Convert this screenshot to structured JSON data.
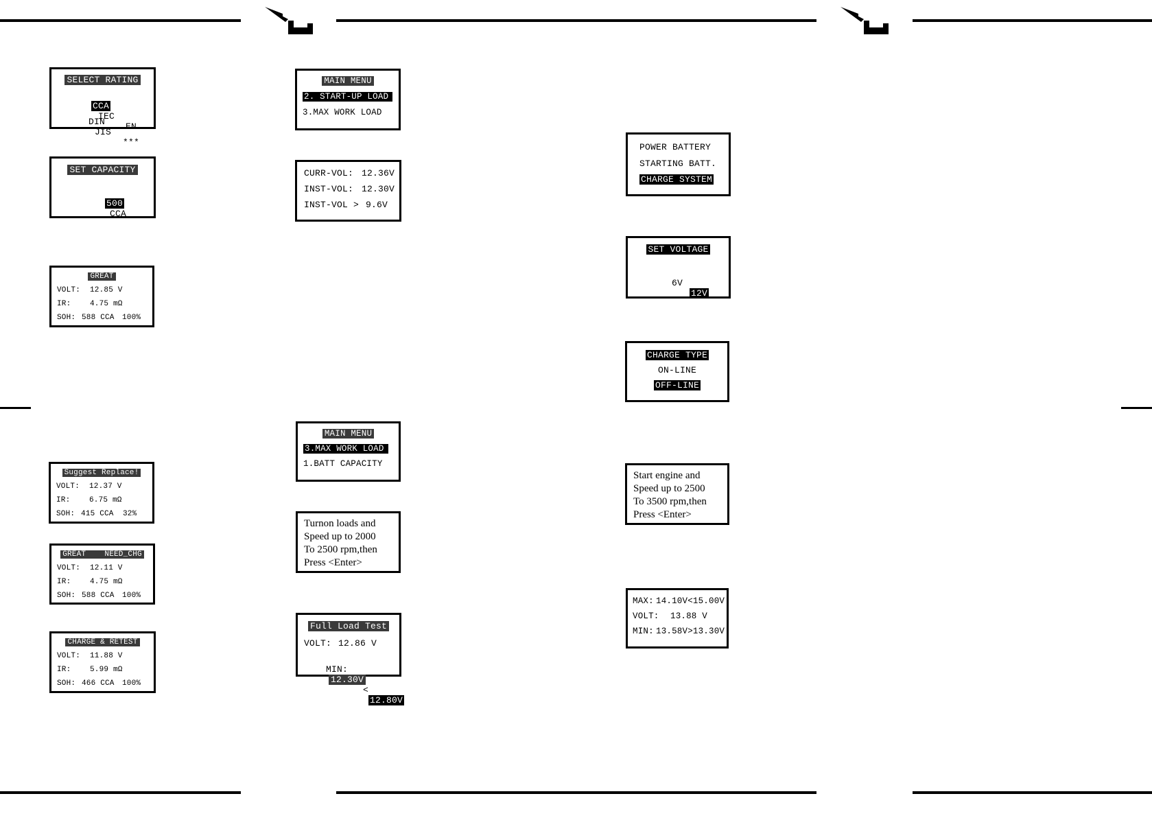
{
  "screens": {
    "select_rating": {
      "title": "SELECT RATING",
      "row1": [
        "CCA",
        "IEC",
        "EN"
      ],
      "row2": [
        "DIN",
        "JIS",
        "***"
      ]
    },
    "set_capacity": {
      "title": "SET CAPACITY",
      "value": "500",
      "unit": "CCA"
    },
    "great_result": {
      "title": "GREAT",
      "volt_label": "VOLT:",
      "volt": "12.85 V",
      "ir_label": "IR:",
      "ir": "4.75 mΩ",
      "soh_label": "SOH:",
      "soh": "588 CCA",
      "pct": "100%"
    },
    "suggest_replace": {
      "title": "Suggest Replace!",
      "volt_label": "VOLT:",
      "volt": "12.37 V",
      "ir_label": "IR:",
      "ir": "6.75 mΩ",
      "soh_label": "SOH:",
      "soh": "415 CCA",
      "pct": "32%"
    },
    "great_need_chg": {
      "title": "GREAT    NEED_CHG",
      "volt_label": "VOLT:",
      "volt": "12.11 V",
      "ir_label": "IR:",
      "ir": "4.75 mΩ",
      "soh_label": "SOH:",
      "soh": "588 CCA",
      "pct": "100%"
    },
    "charge_retest": {
      "title": "CHARGE & RETEST",
      "volt_label": "VOLT:",
      "volt": "11.88 V",
      "ir_label": "IR:",
      "ir": "5.99 mΩ",
      "soh_label": "SOH:",
      "soh": "466 CCA",
      "pct": "100%"
    },
    "main_menu_1": {
      "title": "MAIN MENU",
      "selected": "2. START-UP LOAD",
      "next": "3.MAX WORK LOAD"
    },
    "voltages": {
      "r1_label": "CURR-VOL:",
      "r1": "12.36V",
      "r2_label": "INST-VOL:",
      "r2": "12.30V",
      "r3_label": "INST-VOL >",
      "r3": "9.6V"
    },
    "main_menu_2": {
      "title": "MAIN MENU",
      "selected": "3.MAX WORK LOAD",
      "next": "1.BATT CAPACITY"
    },
    "turn_on_loads": {
      "l1": "Turnon loads and",
      "l2": "Speed up to 2000",
      "l3": "To 2500 rpm,then",
      "l4": "Press <Enter>"
    },
    "full_load": {
      "title": "Full Load Test",
      "volt_label": "VOLT:",
      "volt": "12.86 V",
      "min_label": "MIN:",
      "min": "12.30V",
      "sep": "<",
      "limit": "12.80V"
    },
    "battery_type": {
      "l1": "POWER BATTERY",
      "l2": "STARTING BATT.",
      "l3": "CHARGE SYSTEM"
    },
    "set_voltage": {
      "title": "SET VOLTAGE",
      "opt1": "6V",
      "opt2": "12V"
    },
    "charge_type": {
      "title": "CHARGE TYPE",
      "opt1": "ON-LINE",
      "opt2": "OFF-LINE"
    },
    "start_engine": {
      "l1": "Start engine and",
      "l2": "Speed up to 2500",
      "l3": "To 3500 rpm,then",
      "l4": "Press <Enter>"
    },
    "charge_result": {
      "r1_label": "MAX:",
      "r1": "14.10V<15.00V",
      "r2_label": "VOLT:",
      "r2": "13.88 V",
      "r3_label": "MIN:",
      "r3": "13.58V>13.30V"
    }
  },
  "icons": [
    "pen-logo-icon"
  ]
}
